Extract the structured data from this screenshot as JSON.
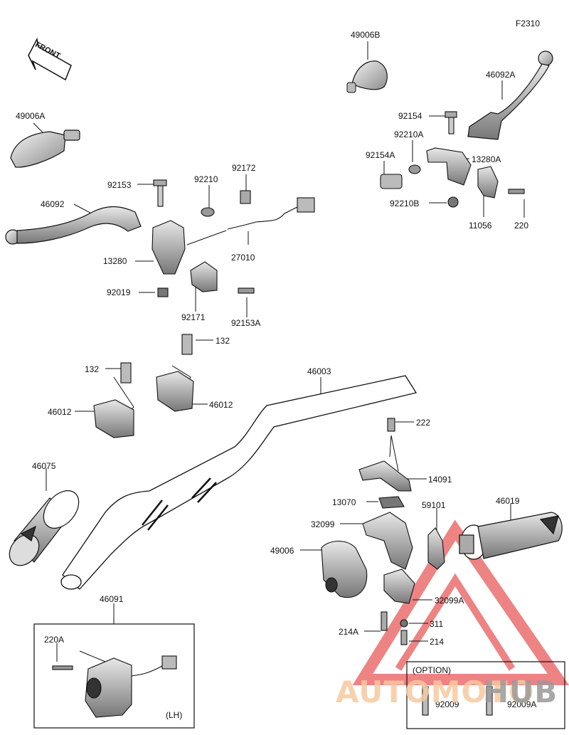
{
  "figure_code": "F2310",
  "front_label": "FRONT",
  "parts": {
    "p49006B": "49006B",
    "p46092A": "46092A",
    "p92154": "92154",
    "p92210A": "92210A",
    "p92154A": "92154A",
    "p13280A": "13280A",
    "p92210B": "92210B",
    "p11056": "11056",
    "p220": "220",
    "p49006A": "49006A",
    "p92153": "92153",
    "p92210": "92210",
    "p92172": "92172",
    "p46092": "46092",
    "p27010": "27010",
    "p13280": "13280",
    "p92019": "92019",
    "p92171": "92171",
    "p92153A": "92153A",
    "p132a": "132",
    "p132b": "132",
    "p46012a": "46012",
    "p46012b": "46012",
    "p46003": "46003",
    "p222": "222",
    "p14091": "14091",
    "p46075": "46075",
    "p13070": "13070",
    "p59101": "59101",
    "p46019": "46019",
    "p32099": "32099",
    "p49006": "49006",
    "p32099A": "32099A",
    "p311": "311",
    "p214A": "214A",
    "p214": "214",
    "p46091": "46091",
    "p220A": "220A",
    "p92009": "92009",
    "p92009A": "92009A"
  },
  "lh_label": "(LH)",
  "option_label": "(OPTION)",
  "watermark": {
    "part1": "AUTOMOTO",
    "part2": "HUB",
    "color1": "#f6c9a0",
    "color2": "#9a9a9a",
    "logo_color": "#e85a5a"
  }
}
